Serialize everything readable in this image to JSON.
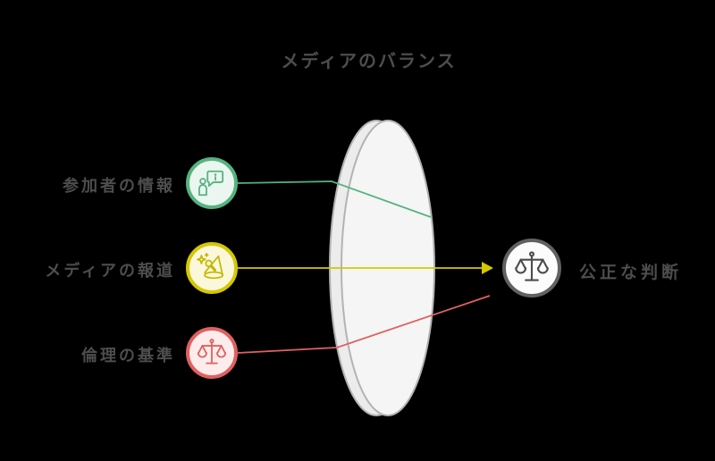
{
  "title": "メディアのバランス",
  "inputs": [
    {
      "label": "参加者の情報",
      "icon": "person-info-bubble-icon"
    },
    {
      "label": "メディアの報道",
      "icon": "spotlight-sparkles-icon"
    },
    {
      "label": "倫理の基準",
      "icon": "balance-scale-icon"
    }
  ],
  "output": {
    "label": "公正な判断",
    "icon": "balance-scale-icon"
  },
  "colors": {
    "green": "#56b380",
    "greenFill": "#eaf6ef",
    "yellow": "#d4c800",
    "yellowIcon": "#c3b800",
    "yellowFill": "#faf7da",
    "red": "#e06060",
    "redFill": "#fcecec",
    "gray": "#616161",
    "grayIcon": "#4d4d4d",
    "grayFill": "#fcfcfc",
    "lensStroke": "#b3b3b3",
    "lensBackFill": "#ececec",
    "lensFrontFill": "#f5f5f5",
    "text": "#4d4d4d"
  }
}
